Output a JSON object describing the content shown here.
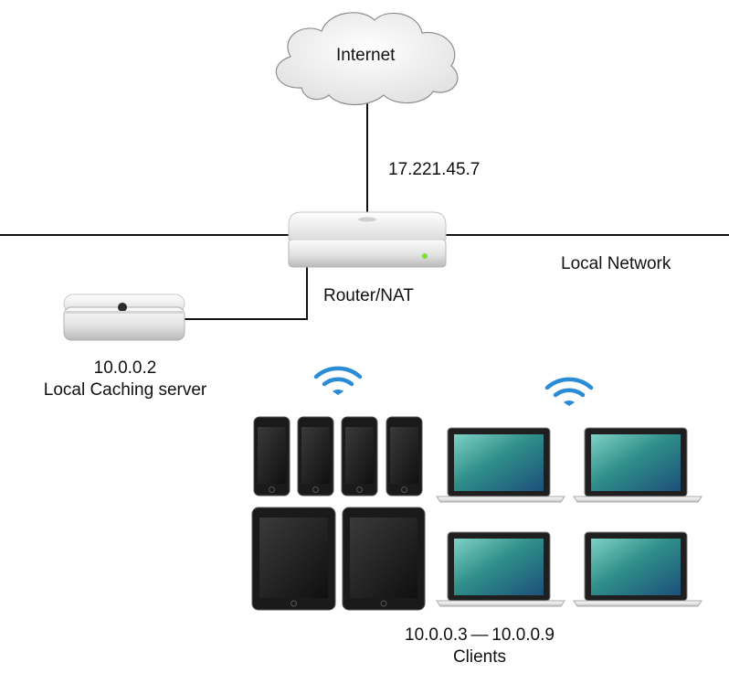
{
  "cloud": {
    "label": "Internet"
  },
  "router": {
    "wan_ip": "17.221.45.7",
    "label": "Router/NAT"
  },
  "network": {
    "label": "Local Network"
  },
  "server": {
    "ip": "10.0.0.2",
    "label": "Local Caching server"
  },
  "clients": {
    "ip_range": "10.0.0.3 — 10.0.0.9",
    "label": "Clients"
  },
  "colors": {
    "wifi": "#2a8bd6",
    "led": "#7be02e",
    "screen_teal": "#2f8f8a",
    "device_black": "#1a1a1a"
  }
}
